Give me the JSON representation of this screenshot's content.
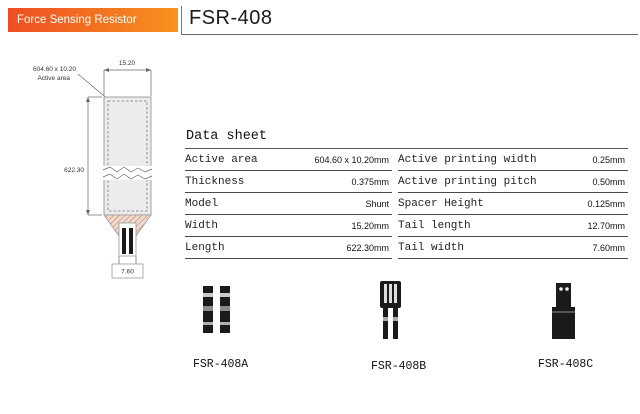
{
  "banner": {
    "label": "Force Sensing Resistor"
  },
  "title": "FSR-408",
  "diagram": {
    "top_width": "15.20",
    "active_area_dim": "604.60 x 10.20",
    "active_area_label": "Active area",
    "length": "622.30",
    "tail_width": "7.60"
  },
  "datasheet": {
    "heading": "Data sheet",
    "left_rows": [
      {
        "label": "Active area",
        "value": "604.60 x 10.20mm"
      },
      {
        "label": "Thickness",
        "value": "0.375mm"
      },
      {
        "label": "Model",
        "value": "Shunt"
      },
      {
        "label": "Width",
        "value": "15.20mm"
      },
      {
        "label": "Length",
        "value": "622.30mm"
      }
    ],
    "right_rows": [
      {
        "label": "Active printing width",
        "value": "0.25mm"
      },
      {
        "label": "Active printing pitch",
        "value": "0.50mm"
      },
      {
        "label": "Spacer Height",
        "value": "0.125mm"
      },
      {
        "label": "Tail length",
        "value": "12.70mm"
      },
      {
        "label": "Tail width",
        "value": "7.60mm"
      }
    ]
  },
  "variants": [
    {
      "label": "FSR-408A"
    },
    {
      "label": "FSR-408B"
    },
    {
      "label": "FSR-408C"
    }
  ],
  "colors": {
    "banner_gradient_start": "#ee4e22",
    "banner_gradient_end": "#f6921e",
    "hatch_fill": "#f0d9cd",
    "hatch_line": "#b5785e"
  }
}
